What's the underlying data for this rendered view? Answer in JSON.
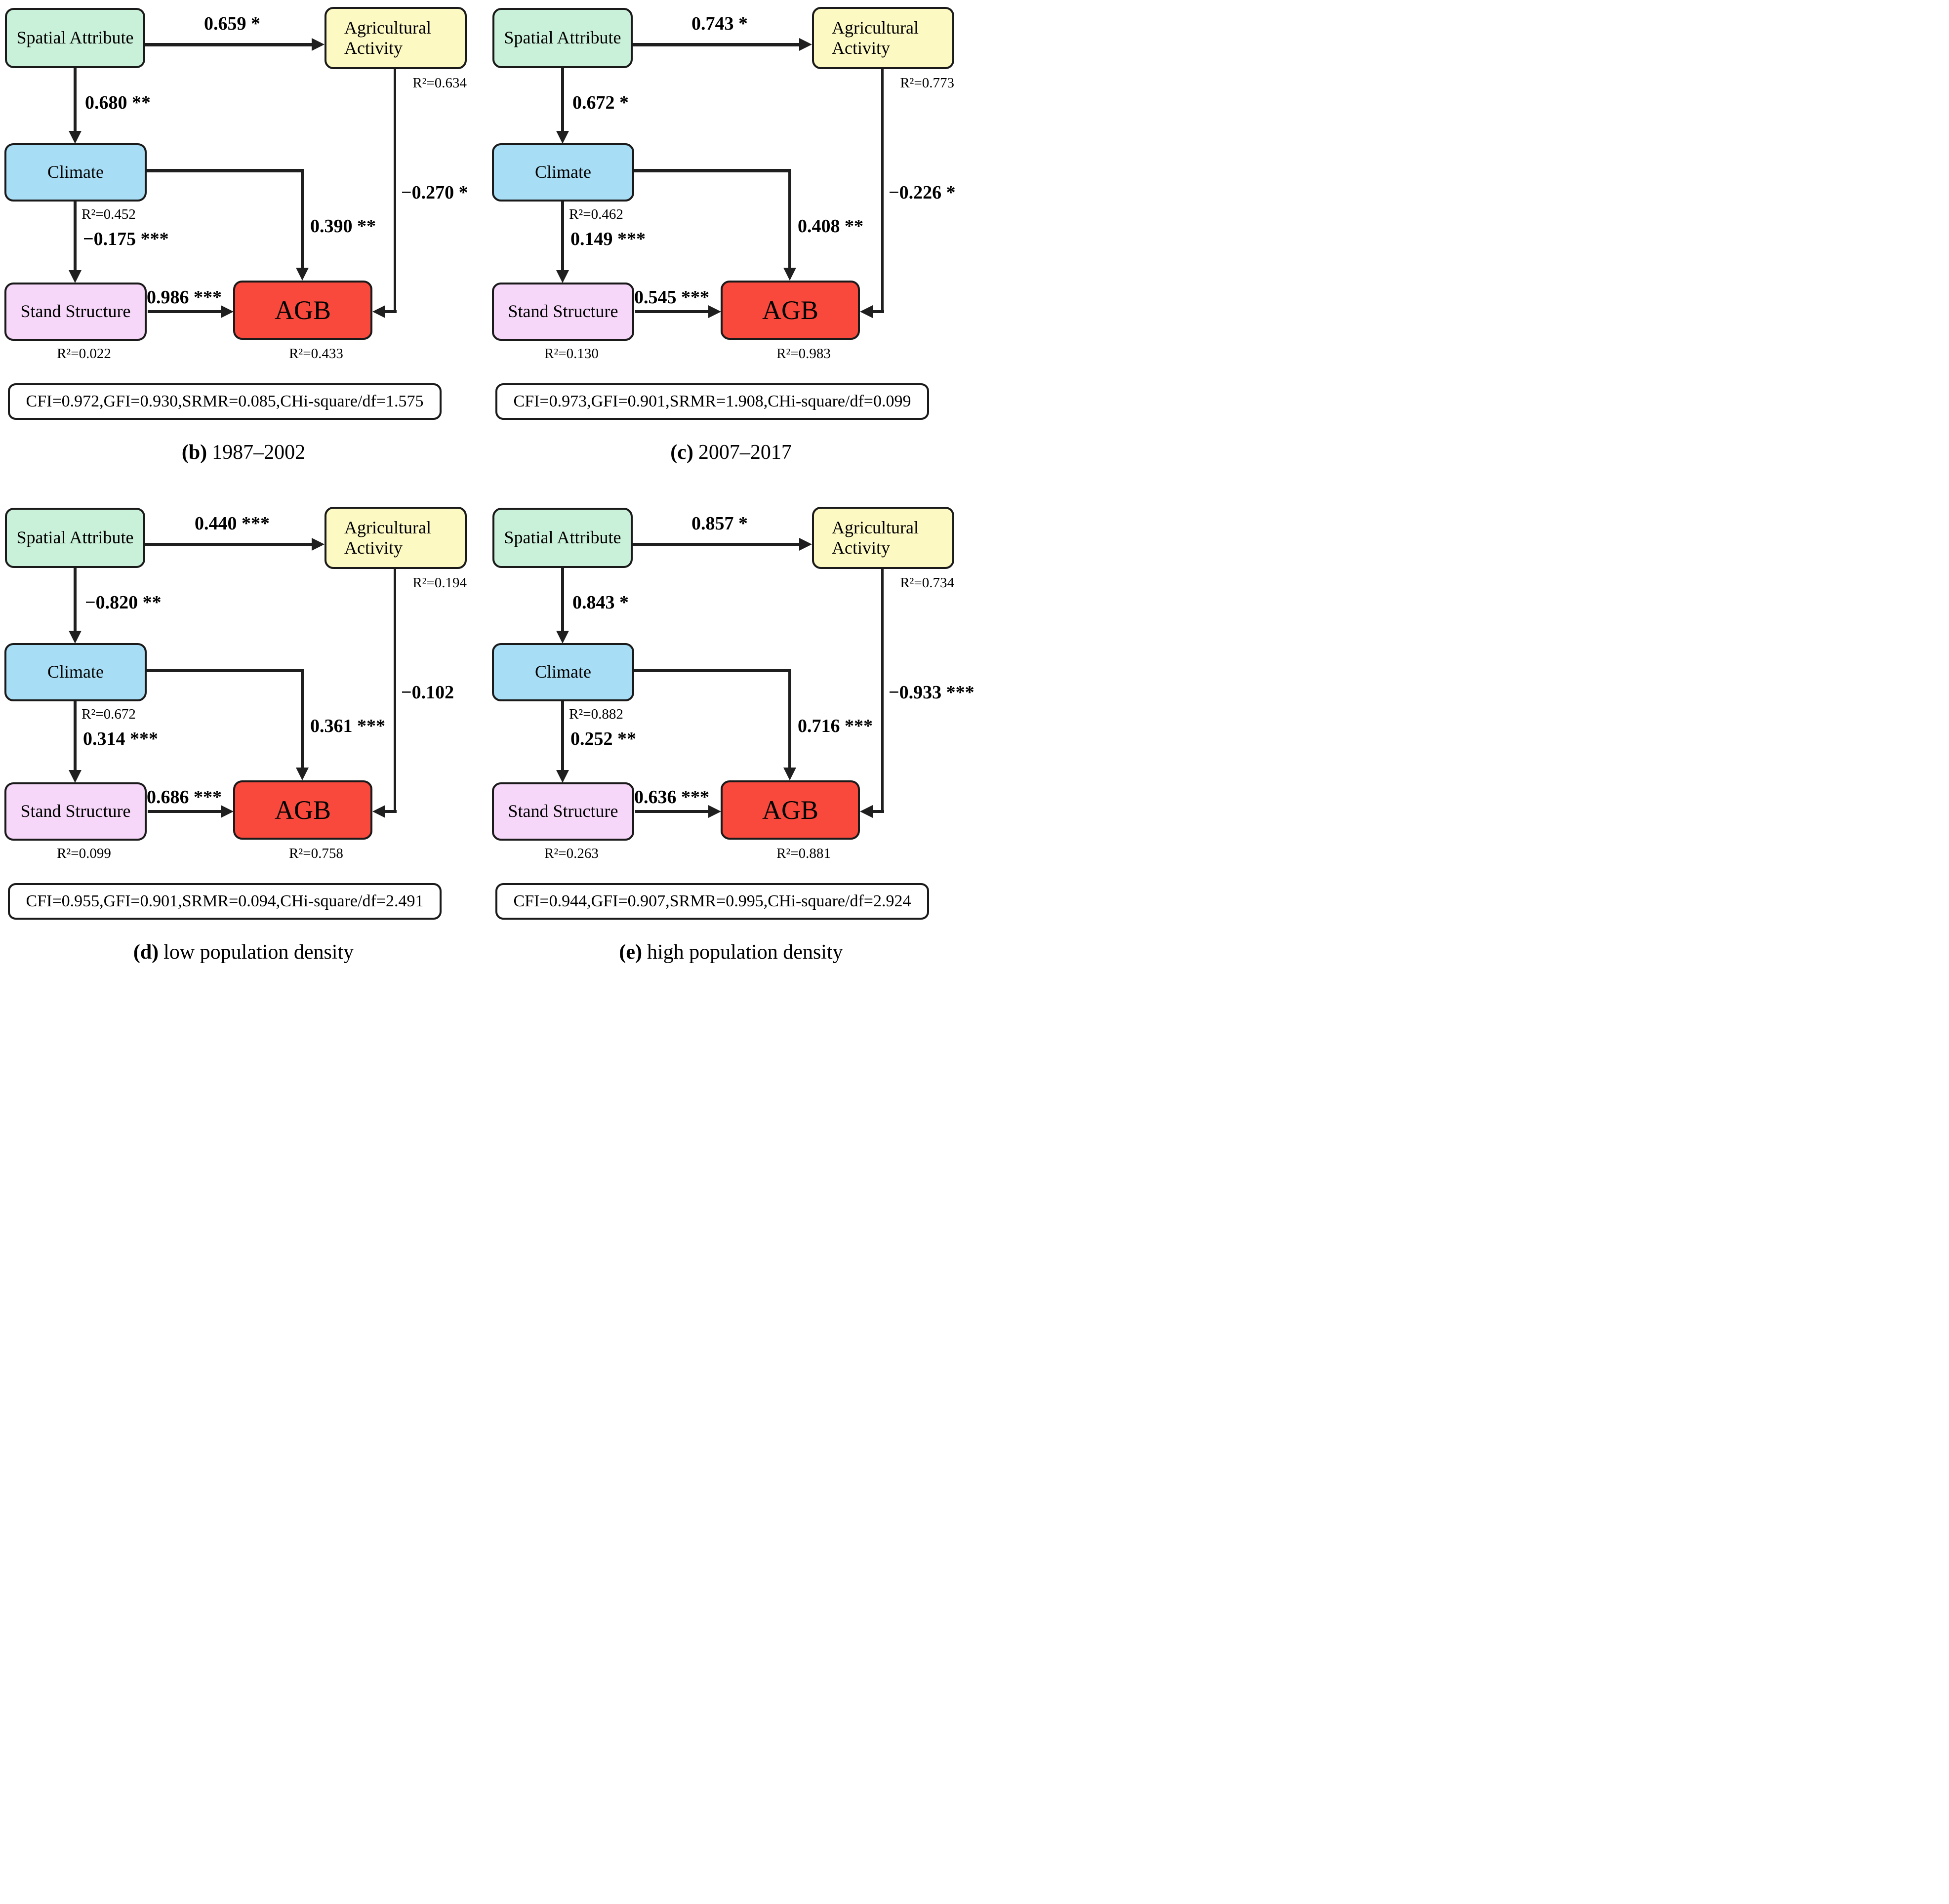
{
  "colors": {
    "green": "#c9f0d8",
    "yellow": "#fcf9c3",
    "blue": "#a7def5",
    "violet": "#f6d7f9",
    "red": "#f8493c",
    "line": "#1f1f1f",
    "border": "#1a1a1a"
  },
  "panels": [
    {
      "id": "b",
      "caption_label": "(b)",
      "caption_text": "1987–2002",
      "nodes": {
        "spatial": "Spatial Attribute",
        "agri": "Agricultural Activity",
        "climate": "Climate",
        "stand": "Stand Structure",
        "agb": "AGB"
      },
      "paths": {
        "sa_to_aa": "0.659 *",
        "sa_to_climate": "0.680 **",
        "climate_to_stand": "−0.175 ***",
        "climate_to_agb": "0.390 **",
        "aa_to_agb": "−0.270 *",
        "stand_to_agb": "0.986 ***"
      },
      "r2": {
        "agri": "R²=0.634",
        "climate": "R²=0.452",
        "stand": "R²=0.022",
        "agb": "R²=0.433"
      },
      "fit": "CFI=0.972,GFI=0.930,SRMR=0.085,CHi-square/df=1.575"
    },
    {
      "id": "c",
      "caption_label": "(c)",
      "caption_text": "2007–2017",
      "nodes": {
        "spatial": "Spatial Attribute",
        "agri": "Agricultural Activity",
        "climate": "Climate",
        "stand": "Stand Structure",
        "agb": "AGB"
      },
      "paths": {
        "sa_to_aa": "0.743 *",
        "sa_to_climate": "0.672 *",
        "climate_to_stand": "0.149 ***",
        "climate_to_agb": "0.408 **",
        "aa_to_agb": "−0.226 *",
        "stand_to_agb": "0.545 ***"
      },
      "r2": {
        "agri": "R²=0.773",
        "climate": "R²=0.462",
        "stand": "R²=0.130",
        "agb": "R²=0.983"
      },
      "fit": "CFI=0.973,GFI=0.901,SRMR=1.908,CHi-square/df=0.099"
    },
    {
      "id": "d",
      "caption_label": "(d)",
      "caption_text": "low population density",
      "nodes": {
        "spatial": "Spatial Attribute",
        "agri": "Agricultural Activity",
        "climate": "Climate",
        "stand": "Stand Structure",
        "agb": "AGB"
      },
      "paths": {
        "sa_to_aa": "0.440 ***",
        "sa_to_climate": "−0.820 **",
        "climate_to_stand": "0.314 ***",
        "climate_to_agb": "0.361 ***",
        "aa_to_agb": "−0.102",
        "stand_to_agb": "0.686 ***"
      },
      "r2": {
        "agri": "R²=0.194",
        "climate": "R²=0.672",
        "stand": "R²=0.099",
        "agb": "R²=0.758"
      },
      "fit": "CFI=0.955,GFI=0.901,SRMR=0.094,CHi-square/df=2.491"
    },
    {
      "id": "e",
      "caption_label": "(e)",
      "caption_text": "high population density",
      "nodes": {
        "spatial": "Spatial Attribute",
        "agri": "Agricultural Activity",
        "climate": "Climate",
        "stand": "Stand Structure",
        "agb": "AGB"
      },
      "paths": {
        "sa_to_aa": "0.857 *",
        "sa_to_climate": "0.843 *",
        "climate_to_stand": "0.252 **",
        "climate_to_agb": "0.716 ***",
        "aa_to_agb": "−0.933 ***",
        "stand_to_agb": "0.636 ***"
      },
      "r2": {
        "agri": "R²=0.734",
        "climate": "R²=0.882",
        "stand": "R²=0.263",
        "agb": "R²=0.881"
      },
      "fit": "CFI=0.944,GFI=0.907,SRMR=0.995,CHi-square/df=2.924"
    }
  ]
}
